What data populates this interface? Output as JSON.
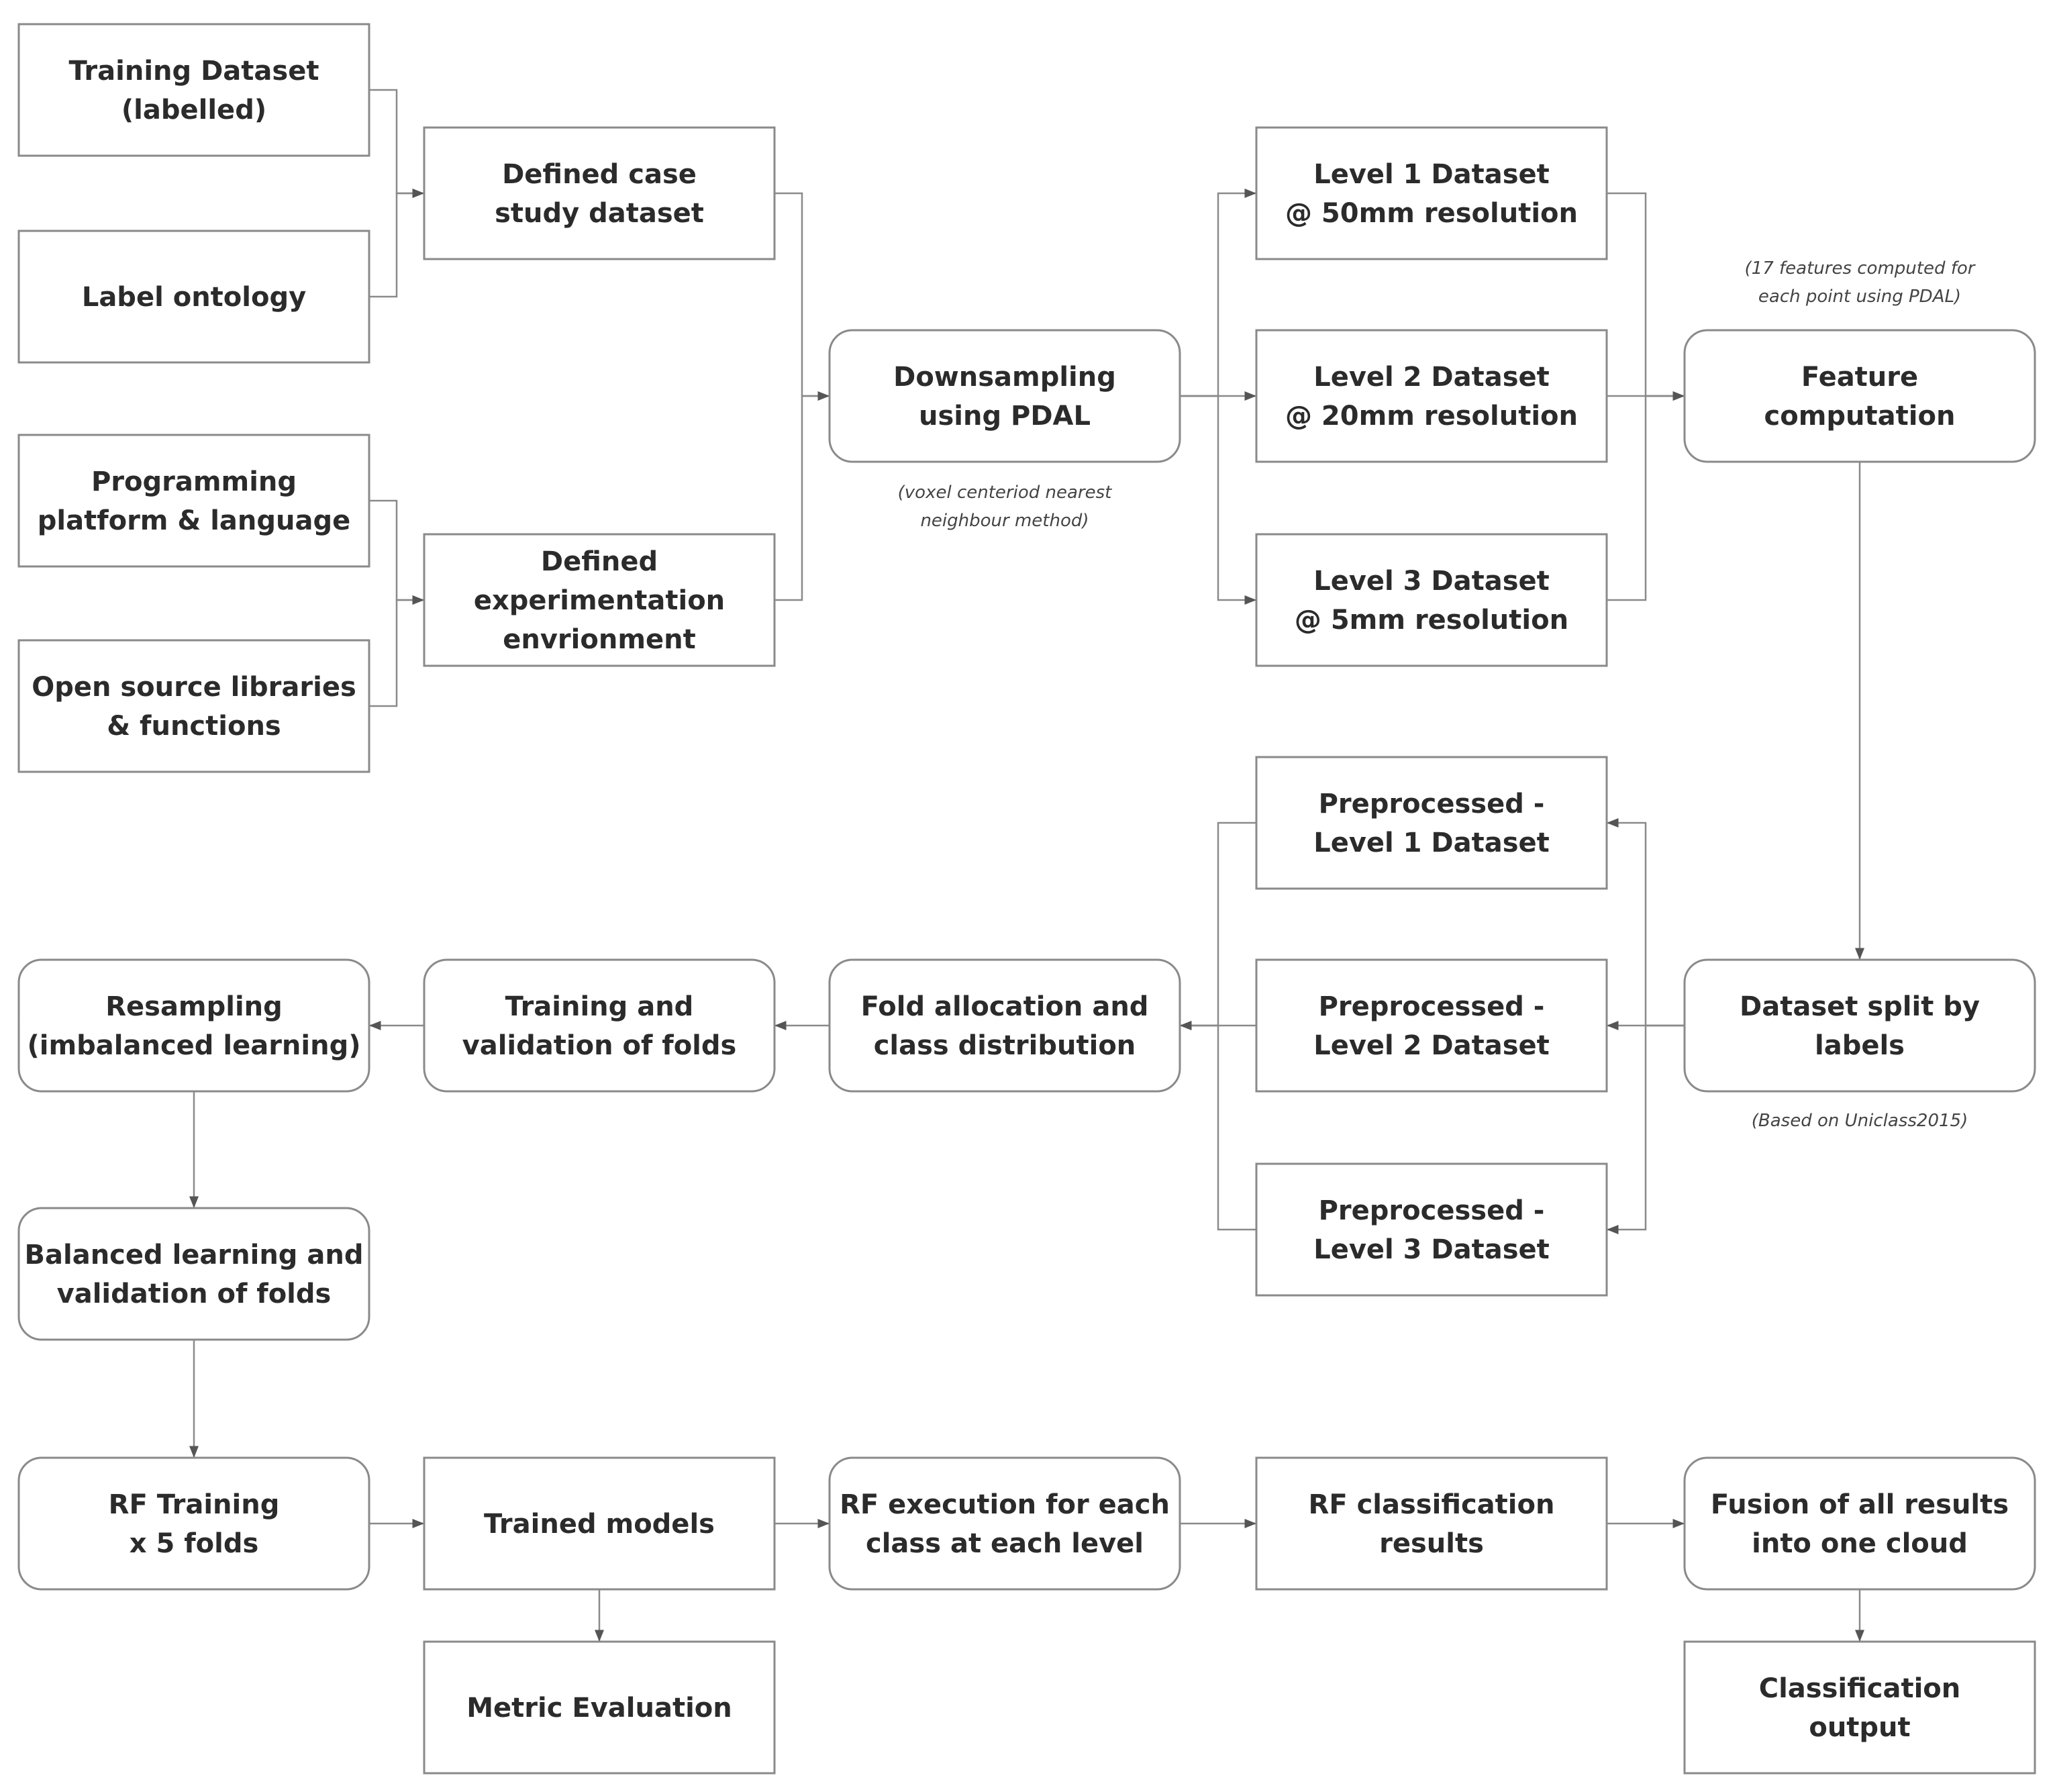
{
  "nodes": [
    {
      "id": "training_dataset",
      "lines": [
        "Training Dataset",
        "(labelled)"
      ],
      "shape": "rect"
    },
    {
      "id": "label_ontology",
      "lines": [
        "Label ontology"
      ],
      "shape": "rect"
    },
    {
      "id": "programming_platform",
      "lines": [
        "Programming",
        "platform & language"
      ],
      "shape": "rect"
    },
    {
      "id": "open_source_libraries",
      "lines": [
        "Open source libraries",
        "& functions"
      ],
      "shape": "rect"
    },
    {
      "id": "defined_case_study",
      "lines": [
        "Defined case",
        "study dataset"
      ],
      "shape": "rect"
    },
    {
      "id": "defined_environment",
      "lines": [
        "Defined",
        "experimentation",
        "envrionment"
      ],
      "shape": "rect"
    },
    {
      "id": "downsampling",
      "lines": [
        "Downsampling",
        "using PDAL"
      ],
      "shape": "rounded"
    },
    {
      "id": "level1_dataset",
      "lines": [
        "Level 1 Dataset",
        "@ 50mm resolution"
      ],
      "shape": "rect"
    },
    {
      "id": "level2_dataset",
      "lines": [
        "Level 2 Dataset",
        "@ 20mm resolution"
      ],
      "shape": "rect"
    },
    {
      "id": "level3_dataset",
      "lines": [
        "Level 3 Dataset",
        "@ 5mm resolution"
      ],
      "shape": "rect"
    },
    {
      "id": "feature_computation",
      "lines": [
        "Feature",
        "computation"
      ],
      "shape": "rounded"
    },
    {
      "id": "preprocessed_level1",
      "lines": [
        "Preprocessed -",
        "Level 1 Dataset"
      ],
      "shape": "rect"
    },
    {
      "id": "preprocessed_level2",
      "lines": [
        "Preprocessed -",
        "Level 2 Dataset"
      ],
      "shape": "rect"
    },
    {
      "id": "preprocessed_level3",
      "lines": [
        "Preprocessed -",
        "Level 3 Dataset"
      ],
      "shape": "rect"
    },
    {
      "id": "dataset_split",
      "lines": [
        "Dataset split by",
        "labels"
      ],
      "shape": "rounded"
    },
    {
      "id": "fold_allocation",
      "lines": [
        "Fold allocation and",
        "class distribution"
      ],
      "shape": "rounded"
    },
    {
      "id": "training_validation",
      "lines": [
        "Training and",
        "validation of folds"
      ],
      "shape": "rounded"
    },
    {
      "id": "resampling",
      "lines": [
        "Resampling",
        "(imbalanced learning)"
      ],
      "shape": "rounded"
    },
    {
      "id": "balanced_learning",
      "lines": [
        "Balanced learning and",
        "validation of folds"
      ],
      "shape": "rounded"
    },
    {
      "id": "rf_training",
      "lines": [
        "RF Training",
        "x 5 folds"
      ],
      "shape": "rounded"
    },
    {
      "id": "trained_models",
      "lines": [
        "Trained models"
      ],
      "shape": "rect"
    },
    {
      "id": "metric_evaluation",
      "lines": [
        "Metric Evaluation"
      ],
      "shape": "rect"
    },
    {
      "id": "rf_execution",
      "lines": [
        "RF execution for each",
        "class at each level"
      ],
      "shape": "rounded"
    },
    {
      "id": "rf_results",
      "lines": [
        "RF classification",
        "results"
      ],
      "shape": "rect"
    },
    {
      "id": "fusion",
      "lines": [
        "Fusion of all results",
        "into one cloud"
      ],
      "shape": "rounded"
    },
    {
      "id": "classification_output",
      "lines": [
        "Classification",
        "output"
      ],
      "shape": "rect"
    }
  ],
  "notes": [
    {
      "id": "downsampling_note",
      "lines": [
        "(voxel centeriod nearest",
        "neighbour method)"
      ]
    },
    {
      "id": "feature_note",
      "lines": [
        "(17 features computed for",
        "each point using PDAL)"
      ]
    },
    {
      "id": "split_note",
      "lines": [
        "(Based on Uniclass2015)"
      ]
    }
  ],
  "edges": [
    [
      "training_dataset",
      "defined_case_study"
    ],
    [
      "label_ontology",
      "defined_case_study"
    ],
    [
      "programming_platform",
      "defined_environment"
    ],
    [
      "open_source_libraries",
      "defined_environment"
    ],
    [
      "defined_case_study",
      "downsampling"
    ],
    [
      "defined_environment",
      "downsampling"
    ],
    [
      "downsampling",
      "level1_dataset"
    ],
    [
      "downsampling",
      "level2_dataset"
    ],
    [
      "downsampling",
      "level3_dataset"
    ],
    [
      "level1_dataset",
      "feature_computation"
    ],
    [
      "level2_dataset",
      "feature_computation"
    ],
    [
      "level3_dataset",
      "feature_computation"
    ],
    [
      "feature_computation",
      "dataset_split"
    ],
    [
      "dataset_split",
      "preprocessed_level1"
    ],
    [
      "dataset_split",
      "preprocessed_level2"
    ],
    [
      "dataset_split",
      "preprocessed_level3"
    ],
    [
      "preprocessed_level1",
      "fold_allocation"
    ],
    [
      "preprocessed_level2",
      "fold_allocation"
    ],
    [
      "preprocessed_level3",
      "fold_allocation"
    ],
    [
      "fold_allocation",
      "training_validation"
    ],
    [
      "training_validation",
      "resampling"
    ],
    [
      "resampling",
      "balanced_learning"
    ],
    [
      "balanced_learning",
      "rf_training"
    ],
    [
      "rf_training",
      "trained_models"
    ],
    [
      "trained_models",
      "metric_evaluation"
    ],
    [
      "trained_models",
      "rf_execution"
    ],
    [
      "rf_execution",
      "rf_results"
    ],
    [
      "rf_results",
      "fusion"
    ],
    [
      "fusion",
      "classification_output"
    ]
  ],
  "colors": {
    "stroke": "#8a8a8a",
    "text": "#2b2b2b",
    "background": "#ffffff"
  }
}
